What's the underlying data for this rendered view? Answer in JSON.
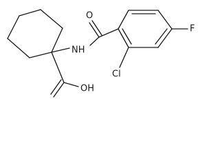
{
  "structure": {
    "atoms": {
      "carbonyl_oxygen": "O",
      "amide_nitrogen": "NH",
      "fluorine": "F",
      "chlorine": "Cl",
      "hydroxyl": "OH"
    }
  }
}
